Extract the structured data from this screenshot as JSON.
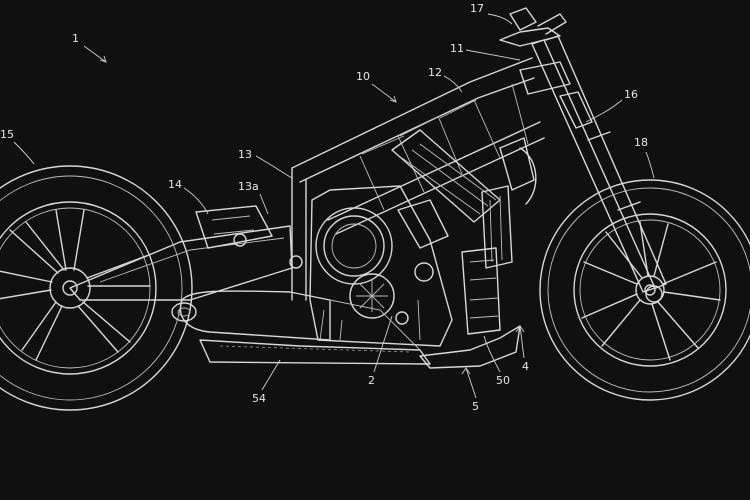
{
  "drawing": {
    "references": {
      "r1": "1",
      "r2": "2",
      "r4": "4",
      "r5": "5",
      "r10": "10",
      "r11": "11",
      "r12": "12",
      "r13": "13",
      "r13a": "13a",
      "r14": "14",
      "r15": "15",
      "r16": "16",
      "r17": "17",
      "r18": "18",
      "r50": "50",
      "r54": "54"
    }
  },
  "colors": {
    "background": "#101010",
    "line": "#d8d8d8"
  }
}
